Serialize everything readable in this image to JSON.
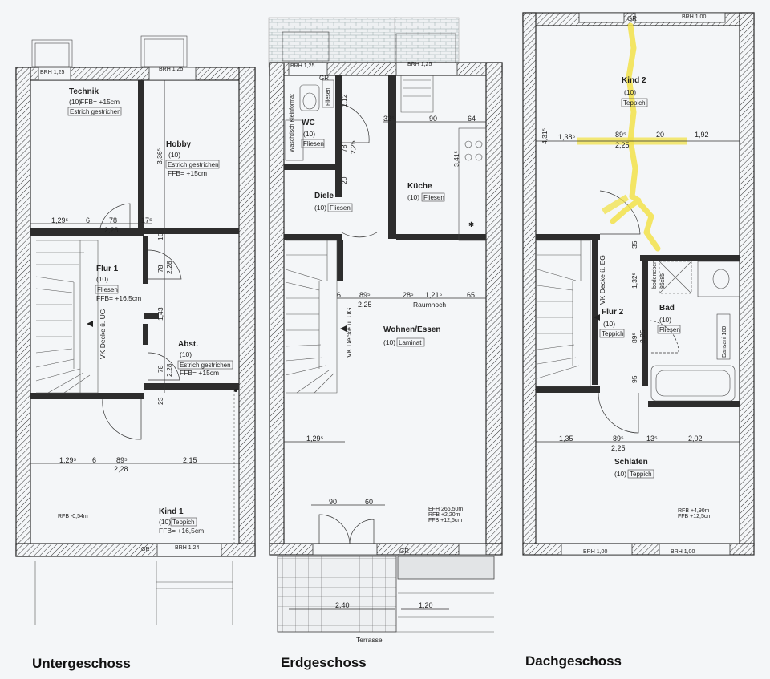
{
  "floors": {
    "ug": {
      "title": "Untergeschoss",
      "labels": {
        "technik": "Technik",
        "technik_n": "(10)",
        "technik_ffb": "FFB= +15cm",
        "technik_mat": "Estrich gestrichen",
        "hobby": "Hobby",
        "hobby_n": "(10)",
        "hobby_mat": "Estrich gestrichen",
        "hobby_ffb": "FFB= +15cm",
        "flur": "Flur 1",
        "flur_n": "(10)",
        "flur_mat": "Fliesen",
        "flur_ffb": "FFB= +16,5cm",
        "abst": "Abst.",
        "abst_n": "(10)",
        "abst_mat": "Estrich gestrichen",
        "abst_ffb": "FFB= +15cm",
        "kind": "Kind 1",
        "kind_n": "(10)",
        "kind_mat": "Teppich",
        "kind_ffb": "FFB= +16,5cm",
        "vk": "VK Decke ü. UG",
        "rfb": "RFB -0,54m",
        "brh_top1": "BRH 1,25",
        "brh_top2": "BRH 1,25",
        "brh_bot": "BRH 1,24",
        "gr": "GR"
      },
      "dims": {
        "d1295a": "1,29⁵",
        "d6a": "6",
        "d78a": "78",
        "d175": "17⁵",
        "d228a": "2,28",
        "d336": "3,36⁵",
        "d16": "16",
        "d78b": "78",
        "d228b": "2,28",
        "d143": "1,43",
        "d78c": "78",
        "d228c": "2,28",
        "d23": "23",
        "d1295b": "1,29⁵",
        "d6b": "6",
        "d895": "89⁵",
        "d215": "2,15",
        "d228d": "2,28"
      }
    },
    "eg": {
      "title": "Erdgeschoss",
      "labels": {
        "wc": "WC",
        "wc_n": "(10)",
        "wc_mat": "Fliesen",
        "wt": "Waschtisch Kleinformat",
        "flz": "Fliesen",
        "diele": "Diele",
        "diele_n": "(10)",
        "diele_mat": "Fliesen",
        "kueche": "Küche",
        "kueche_n": "(10)",
        "kueche_mat": "Fliesen",
        "wohnen": "Wohnen/Essen",
        "wohnen_n": "(10)",
        "wohnen_mat": "Laminat",
        "raumhoch": "Raumhoch",
        "vk": "VK Decke ü. UG",
        "efh": "EFH 266,50m",
        "rfb": "RFB +2,20m",
        "ffb": "FFB +12,5cm",
        "terrasse": "Terrasse",
        "brh1": "BRH 1,25",
        "brh2": "BRH 1,25",
        "gr": "GR",
        "gr2": "GR"
      },
      "dims": {
        "d112": "1,12",
        "d78": "78",
        "d225a": "2,25",
        "d20": "20",
        "d325": "32⁵",
        "d90a": "90",
        "d64": "64",
        "d341": "3,41⁵",
        "d6": "6",
        "d895": "89⁵",
        "d225b": "2,25",
        "d285": "28⁵",
        "d1215": "1,21⁵",
        "d65": "65",
        "d1295": "1,29⁵",
        "d90b": "90",
        "d60": "60",
        "d240": "2,40",
        "d120": "1,20"
      }
    },
    "dg": {
      "title": "Dachgeschoss",
      "labels": {
        "kind": "Kind 2",
        "kind_n": "(10)",
        "kind_mat": "Teppich",
        "flur": "Flur 2",
        "flur_n": "(10)",
        "flur_mat": "Teppich",
        "bad": "Bad",
        "bad_n": "(10)",
        "bad_mat": "Fliesen",
        "schlafen": "Schlafen",
        "schlafen_n": "(10)",
        "schlafen_mat": "Teppich",
        "vk": "VK Decke ü. EG",
        "boden": "bodeneben",
        "boden2": "85x85",
        "dansani": "Dansani 100",
        "rfb": "RFB +4,90m",
        "ffb": "FFB +12,5cm",
        "brh1": "BRH 1,00",
        "brh2": "BRH 1,00",
        "brh3": "BRH 1,00",
        "gr": "GR"
      },
      "dims": {
        "d4315": "4,31⁵",
        "d1385": "1,38⁵",
        "d895a": "89⁵",
        "d225a": "2,25",
        "d20": "20",
        "d192": "1,92",
        "d35": "35",
        "d132": "1,32⁵",
        "d895b": "89⁵",
        "d225b": "2,25",
        "d95": "95",
        "d135": "1,35",
        "d895c": "89⁵",
        "d225c": "2,25",
        "d135b": "13⁵",
        "d202": "2,02"
      }
    }
  },
  "colors": {
    "highlight": "#f2e24a",
    "wall": "#2d2d2d",
    "paper": "#f4f6f8"
  }
}
